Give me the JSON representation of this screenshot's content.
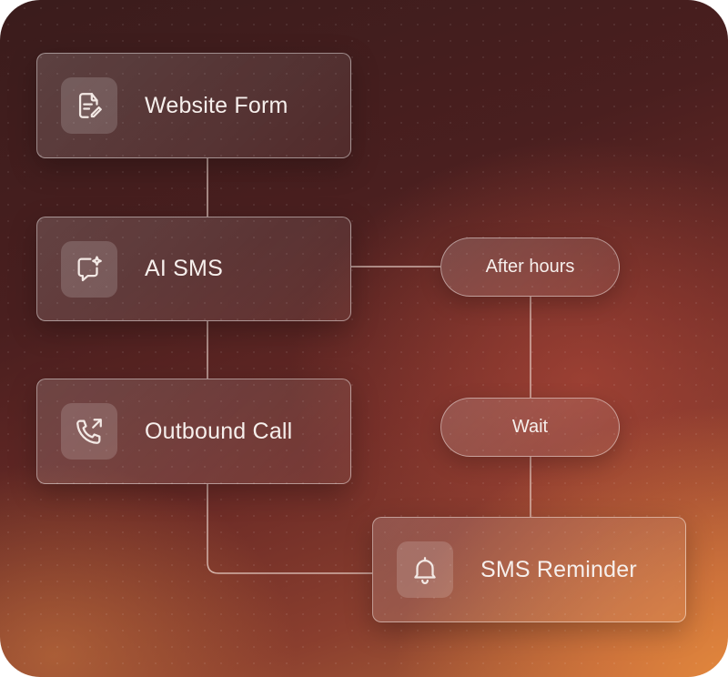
{
  "nodes": {
    "website_form": {
      "label": "Website Form",
      "icon": "form-edit-icon"
    },
    "ai_sms": {
      "label": "AI SMS",
      "icon": "chat-sparkle-icon"
    },
    "outbound_call": {
      "label": "Outbound Call",
      "icon": "phone-outgoing-icon"
    },
    "sms_reminder": {
      "label": "SMS Reminder",
      "icon": "bell-icon"
    }
  },
  "conditions": {
    "after_hours": {
      "label": "After hours"
    },
    "wait": {
      "label": "Wait"
    }
  },
  "colors": {
    "line": "#e8d6cf",
    "text": "#f6efec"
  }
}
